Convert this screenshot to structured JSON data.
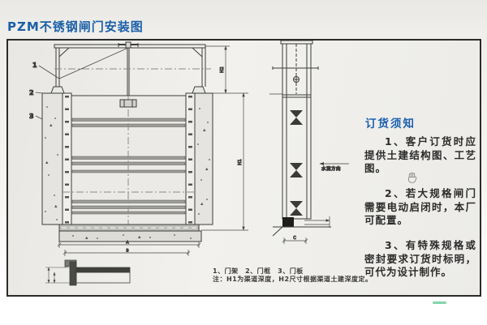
{
  "window": {
    "title": "PZM不锈钢闸门安装图"
  },
  "notes": {
    "heading": "订货须知",
    "items": [
      {
        "text": "1、客户订货时应提供土建结构图、工艺图。"
      },
      {
        "text": "2、若大规格闸门需要电动启闭时，本厂可配置。"
      },
      {
        "text": "3、有特殊规格或密封要求订货时标明，可代为设计制作。"
      }
    ]
  },
  "drawing": {
    "callout_1": "1",
    "callout_2": "2",
    "callout_3": "3",
    "dim_h1": "H1",
    "dim_h2": "H2",
    "dim_width_outer": "A",
    "dim_width_inner": "B",
    "dim_c": "C",
    "flow_direction_label": "水流方向",
    "legend": "1、门架　2、门框　3、门板",
    "note": "注：H1为渠道深度，H2尺寸根据渠道土建深度定。"
  },
  "icons": {
    "hand_cursor": "grab-hand"
  },
  "colors": {
    "title_blue": "#1b5fa8",
    "heading_blue": "#1a5fb0",
    "line": "#3c3c3c",
    "panel_border": "#2b2b2b",
    "green_mark": "#82d6ac"
  }
}
